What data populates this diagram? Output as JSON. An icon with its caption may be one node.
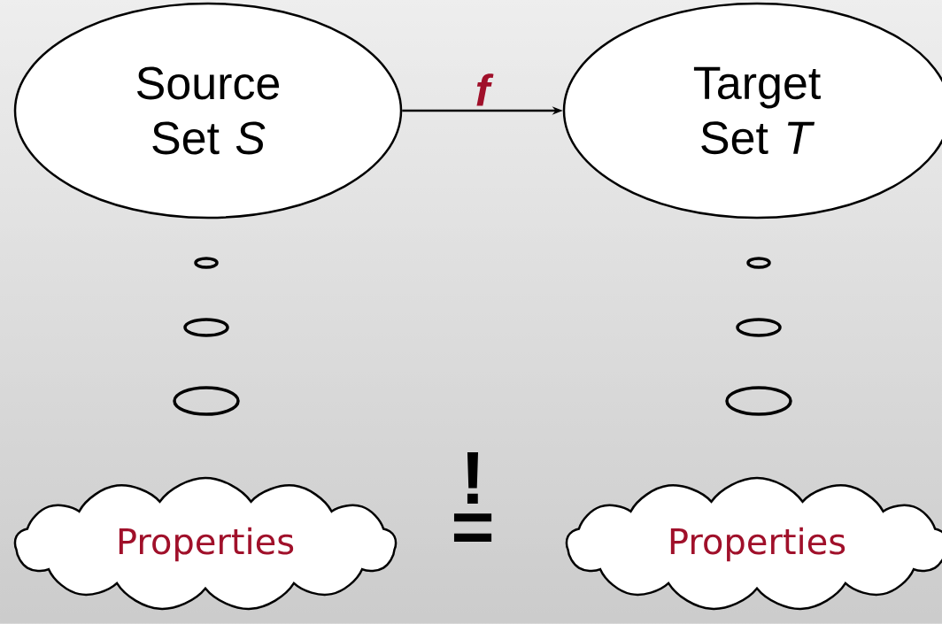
{
  "diagram": {
    "nodes": [
      {
        "text": [
          "Source Set *S*"
        ]
      },
      {
        "text": [
          "Target Set *T*"
        ]
      },
      {
        "text": [
          "Properties"
        ]
      },
      {
        "text": [
          "Properties"
        ]
      }
    ],
    "edges": [
      {
        "from": 0,
        "to": 1,
        "arrow": "to",
        "label": "f"
      }
    ],
    "labels": [
      "!",
      "="
    ]
  }
}
